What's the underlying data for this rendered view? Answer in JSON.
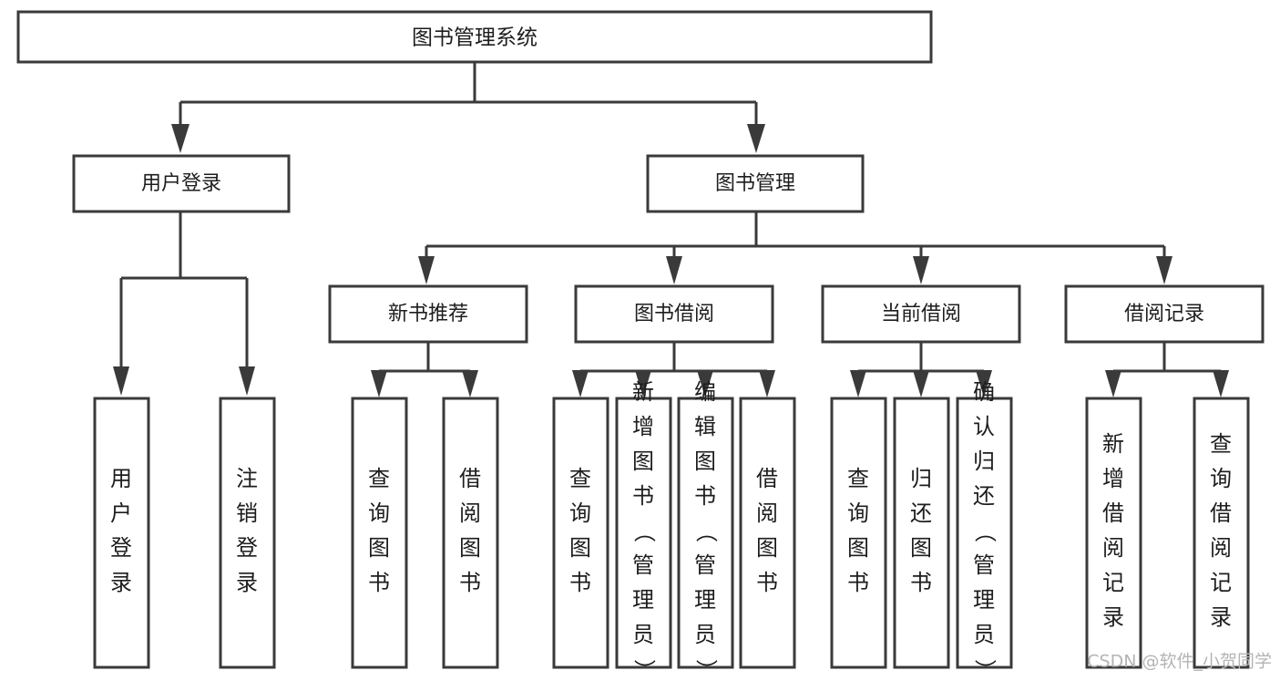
{
  "diagram": {
    "type": "tree",
    "title": "图书管理系统",
    "orientation": "top-down",
    "colors": {
      "box_stroke": "#3a3a3a",
      "box_fill": "#ffffff",
      "connector": "#3a3a3a",
      "text": "#1d1d1d",
      "background": "#ffffff",
      "watermark": "#b4b4b4"
    },
    "root": {
      "label": "图书管理系统",
      "level": 1
    },
    "level2": [
      {
        "label": "用户登录"
      },
      {
        "label": "图书管理"
      }
    ],
    "level3": [
      {
        "label": "新书推荐"
      },
      {
        "label": "图书借阅"
      },
      {
        "label": "当前借阅"
      },
      {
        "label": "借阅记录"
      }
    ],
    "leaves": {
      "user_login": [
        {
          "label": "用户登录"
        },
        {
          "label": "注销登录"
        }
      ],
      "new_book": [
        {
          "label": "查询图书"
        },
        {
          "label": "借阅图书"
        }
      ],
      "book_borrow": [
        {
          "label": "查询图书"
        },
        {
          "label": "新增图书（管理员）"
        },
        {
          "label": "编辑图书（管理员）"
        },
        {
          "label": "借阅图书"
        }
      ],
      "current_borrow": [
        {
          "label": "查询图书"
        },
        {
          "label": "归还图书"
        },
        {
          "label": "确认归还（管理员）"
        }
      ],
      "borrow_record": [
        {
          "label": "新增借阅记录"
        },
        {
          "label": "查询借阅记录"
        }
      ]
    }
  },
  "watermark": {
    "text": "CSDN @软件_小贺同学"
  }
}
